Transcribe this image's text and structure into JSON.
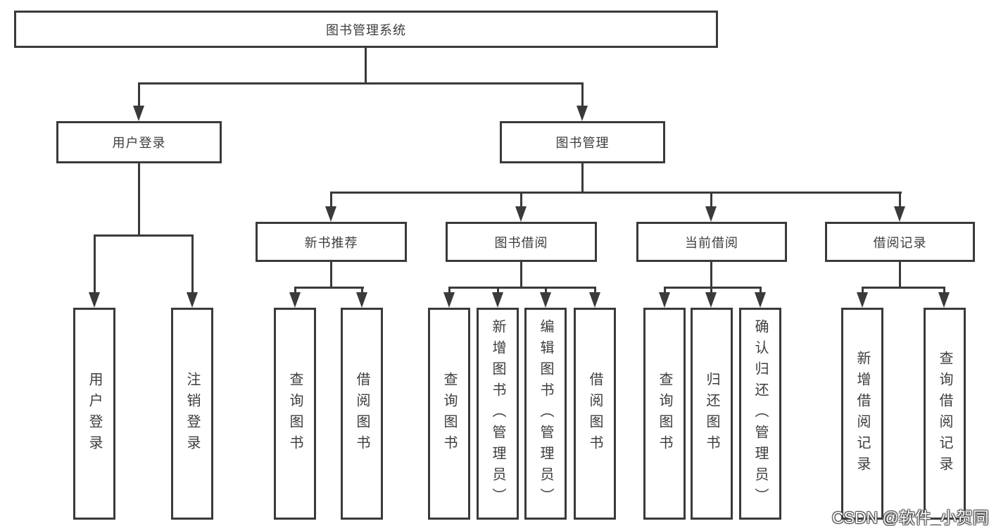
{
  "diagram": {
    "root_label": "图书管理系统",
    "branches": [
      {
        "label": "用户登录",
        "leaves": [
          "用户登录",
          "注销登录"
        ]
      },
      {
        "label": "图书管理",
        "children": [
          {
            "label": "新书推荐",
            "leaves": [
              "查询图书",
              "借阅图书"
            ]
          },
          {
            "label": "图书借阅",
            "leaves": [
              "查询图书",
              "新增图书（管理员）",
              "编辑图书（管理员）",
              "借阅图书"
            ]
          },
          {
            "label": "当前借阅",
            "leaves": [
              "查询图书",
              "归还图书",
              "确认归还（管理员）"
            ]
          },
          {
            "label": "借阅记录",
            "leaves": [
              "新增借阅记录",
              "查询借阅记录"
            ]
          }
        ]
      }
    ]
  },
  "watermark": {
    "text": "CSDN @软件_小贺同学"
  },
  "colors": {
    "line": "#3a3a3a",
    "text": "#3d3d3d",
    "watermark_text": "#ffffff"
  }
}
